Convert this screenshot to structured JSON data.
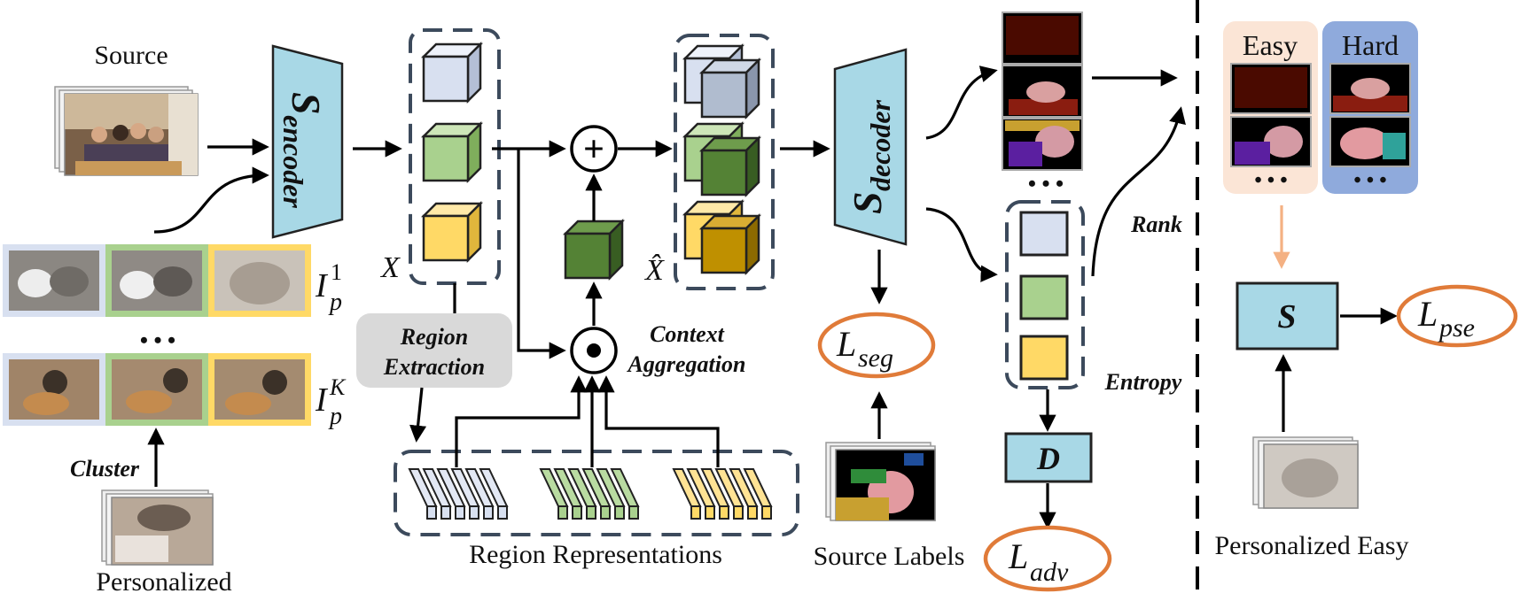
{
  "labels": {
    "source": "Source",
    "personalized": "Personalized",
    "cluster": "Cluster",
    "ip1_base": "I",
    "ip1_sub": "p",
    "ip1_sup": "1",
    "ipk_base": "I",
    "ipk_sub": "p",
    "ipk_sup": "K",
    "encoder_base": "S",
    "encoder_sub": "encoder",
    "decoder_base": "S",
    "decoder_sub": "decoder",
    "x": "X",
    "x_hat": "X̂",
    "region_extraction_1": "Region",
    "region_extraction_2": "Extraction",
    "context_aggregation_1": "Context",
    "context_aggregation_2": "Aggregation",
    "region_representations": "Region Representations",
    "lseg_base": "L",
    "lseg_sub": "seg",
    "source_labels": "Source Labels",
    "ladv_base": "L",
    "ladv_sub": "adv",
    "d": "D",
    "entropy": "Entropy",
    "rank": "Rank",
    "easy": "Easy",
    "hard": "Hard",
    "s": "S",
    "lpse_base": "L",
    "lpse_sub": "pse",
    "personalized_easy": "Personalized Easy",
    "plus_symbol": "+",
    "dot_symbol": "⊙",
    "ellipsis": "• • •"
  },
  "colors": {
    "encoder_fill": "#a8d8e6",
    "blue_feature": "#d8e0f0",
    "green_feature": "#a9d18e",
    "yellow_feature": "#ffd966",
    "dark_green": "#548235",
    "dark_gold": "#bf9000",
    "easy_bg": "#fbe5d6",
    "hard_bg": "#8faadc",
    "loss_ellipse": "#e07b39",
    "dashed_box": "#3c4a5c",
    "region_extraction_bg": "#d9d9d9",
    "easy_to_s_arrow": "#f4b183"
  }
}
